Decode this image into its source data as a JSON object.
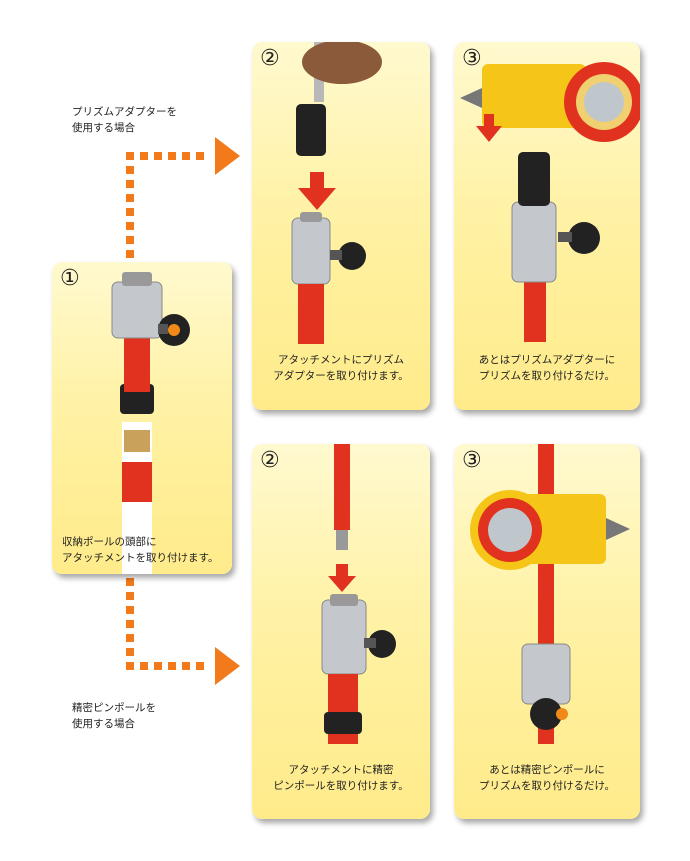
{
  "labels": {
    "top_route": "プリズムアダプターを\n使用する場合",
    "bottom_route": "精密ピンポールを\n使用する場合"
  },
  "panels": {
    "step1": {
      "number": "①",
      "caption": "収納ポールの頭部に\nアタッチメントを取り付けます。"
    },
    "top2": {
      "number": "②",
      "caption": "アタッチメントにプリズム\nアダプターを取り付けます。"
    },
    "top3": {
      "number": "③",
      "caption": "あとはプリズムアダプターに\nプリズムを取り付けるだけ。"
    },
    "bot2": {
      "number": "②",
      "caption": "アタッチメントに精密\nピンポールを取り付けます。"
    },
    "bot3": {
      "number": "③",
      "caption": "あとは精密ピンポールに\nプリズムを取り付けるだけ。"
    }
  },
  "colors": {
    "panel_bg": "#fff2a6",
    "pole_red": "#e0321e",
    "flow_arrow": "#f27a1a",
    "knob": "#222222",
    "knob_center": "#f28a1a",
    "prism_yellow": "#f5c518"
  }
}
